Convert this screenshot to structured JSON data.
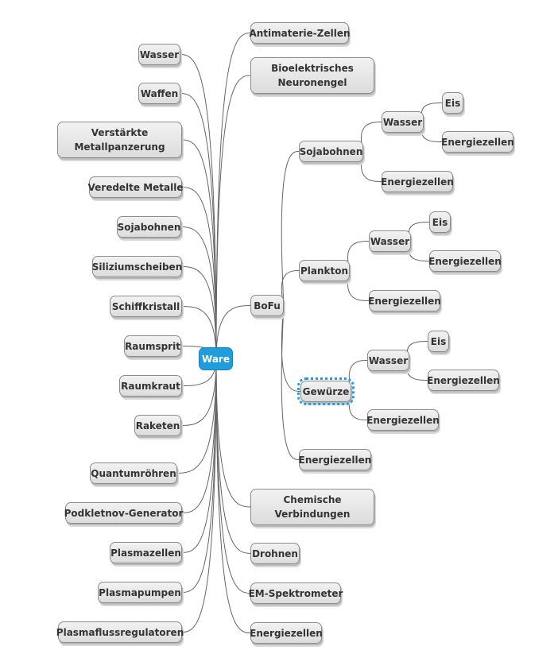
{
  "root": {
    "label": "Ware"
  },
  "left_nodes": [
    {
      "id": "l-wasser",
      "label": "Wasser"
    },
    {
      "id": "l-waffen",
      "label": "Waffen"
    },
    {
      "id": "l-verstaerkte-metallpanzerung",
      "label": "Verstärkte Metallpanzerung"
    },
    {
      "id": "l-veredelte-metalle",
      "label": "Veredelte Metalle"
    },
    {
      "id": "l-sojabohnen",
      "label": "Sojabohnen"
    },
    {
      "id": "l-siliziumscheiben",
      "label": "Siliziumscheiben"
    },
    {
      "id": "l-schiffkristall",
      "label": "Schiffkristall"
    },
    {
      "id": "l-raumsprit",
      "label": "Raumsprit"
    },
    {
      "id": "l-raumkraut",
      "label": "Raumkraut"
    },
    {
      "id": "l-raketen",
      "label": "Raketen"
    },
    {
      "id": "l-quantumroehren",
      "label": "Quantumröhren"
    },
    {
      "id": "l-podkletnov-generator",
      "label": "Podkletnov-Generator"
    },
    {
      "id": "l-plasmazellen",
      "label": "Plasmazellen"
    },
    {
      "id": "l-plasmapumpen",
      "label": "Plasmapumpen"
    },
    {
      "id": "l-plasmaflussregulatoren",
      "label": "Plasmaflussregulatoren"
    }
  ],
  "right_nodes": [
    {
      "id": "r-antimaterie-zellen",
      "label": "Antimaterie-Zellen"
    },
    {
      "id": "r-bioelektrisches-neuronengel",
      "label": "Bioelektrisches Neuronengel"
    },
    {
      "id": "r-bofu",
      "label": "BoFu"
    },
    {
      "id": "r-chemische-verbindungen",
      "label": "Chemische Verbindungen"
    },
    {
      "id": "r-drohnen",
      "label": "Drohnen"
    },
    {
      "id": "r-em-spektrometer",
      "label": "EM-Spektrometer"
    },
    {
      "id": "r-energiezellen",
      "label": "Energiezellen"
    }
  ],
  "bofu_children": [
    {
      "id": "b-sojabohnen",
      "label": "Sojabohnen"
    },
    {
      "id": "b-plankton",
      "label": "Plankton"
    },
    {
      "id": "b-gewuerze",
      "label": "Gewürze",
      "selected": true
    },
    {
      "id": "b-energiezellen",
      "label": "Energiezellen"
    }
  ],
  "sub_nodes": [
    {
      "id": "s1-wasser",
      "label": "Wasser"
    },
    {
      "id": "s1-eis",
      "label": "Eis"
    },
    {
      "id": "s1-wasser-energiezellen",
      "label": "Energiezellen"
    },
    {
      "id": "s1-energiezellen",
      "label": "Energiezellen"
    },
    {
      "id": "s2-wasser",
      "label": "Wasser"
    },
    {
      "id": "s2-eis",
      "label": "Eis"
    },
    {
      "id": "s2-wasser-energiezellen",
      "label": "Energiezellen"
    },
    {
      "id": "s2-energiezellen",
      "label": "Energiezellen"
    },
    {
      "id": "s3-wasser",
      "label": "Wasser"
    },
    {
      "id": "s3-eis",
      "label": "Eis"
    },
    {
      "id": "s3-wasser-energiezellen",
      "label": "Energiezellen"
    },
    {
      "id": "s3-energiezellen",
      "label": "Energiezellen"
    }
  ],
  "colors": {
    "root": "#1f9ddc",
    "node": "#e6e6e6",
    "border": "#8c8c8c",
    "link": "#666666",
    "selection": "#1f9ddc"
  }
}
